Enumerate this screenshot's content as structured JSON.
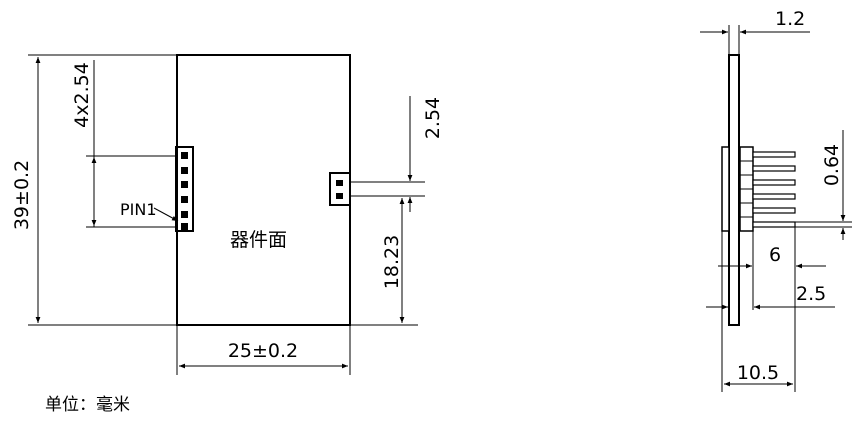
{
  "dimensions": {
    "height_total": "39±0.2",
    "pin_pitch": "4x2.54",
    "connector_pitch": "2.54",
    "connector_offset": "18.23",
    "width_total": "25±0.2",
    "board_thickness": "1.2",
    "pin_width": "0.64",
    "pin_length": "6",
    "pin_offset": "2.5",
    "overall_depth": "10.5"
  },
  "labels": {
    "pin1": "PIN1",
    "component_side": "器件面",
    "unit": "单位：毫米"
  }
}
